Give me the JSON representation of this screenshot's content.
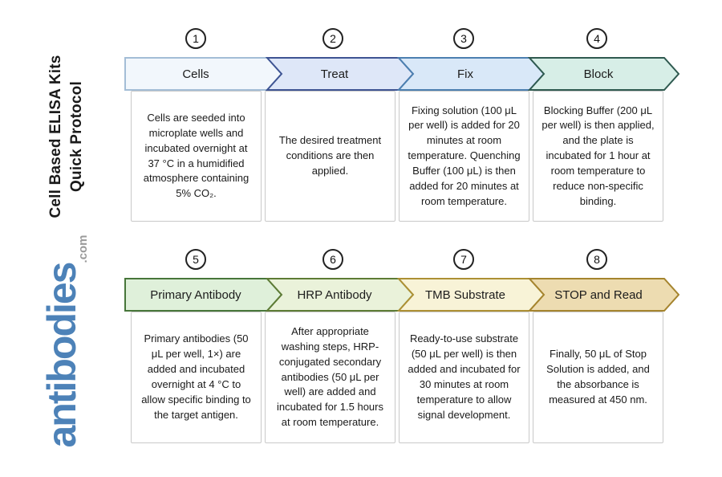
{
  "sidebar": {
    "title_line1": "Cell Based ELISA Kits",
    "title_line2": "Quick Protocol",
    "logo_text": "antibodies",
    "logo_suffix": ".com"
  },
  "colors": {
    "logo_blue": "#4d82b8",
    "logo_gray": "#9a9a9a",
    "title_black": "#1a1a1a",
    "box_border": "#c9c9c9",
    "circle_border": "#222222"
  },
  "steps": [
    {
      "number": "1",
      "label": "Cells",
      "description": "Cells are seeded into microplate wells and incubated overnight at 37 °C in a humidified atmosphere containing 5% CO₂.",
      "fill": "#f2f7fc",
      "border": "#a3bdd6"
    },
    {
      "number": "2",
      "label": "Treat",
      "description": "The desired treatment conditions are then applied.",
      "fill": "#dee7f8",
      "border": "#3e5493"
    },
    {
      "number": "3",
      "label": "Fix",
      "description": "Fixing solution (100 μL per well) is added for 20 minutes at room temperature. Quenching Buffer (100 μL) is then added for 20 minutes at room temperature.",
      "fill": "#d9e8f8",
      "border": "#4c7fb0"
    },
    {
      "number": "4",
      "label": "Block",
      "description": "Blocking Buffer (200 μL per well) is then applied, and the plate is incubated for 1 hour at room temperature to reduce non-specific binding.",
      "fill": "#d7eee7",
      "border": "#2f5a50"
    },
    {
      "number": "5",
      "label": "Primary Antibody",
      "description": "Primary antibodies (50 μL per well, 1×) are added and incubated overnight at 4 °C to allow specific binding to the target antigen.",
      "fill": "#dff0da",
      "border": "#47763a"
    },
    {
      "number": "6",
      "label": "HRP Antibody",
      "description": "After appropriate washing steps, HRP-conjugated secondary antibodies (50 μL per well) are added and incubated for 1.5 hours at room temperature.",
      "fill": "#eaf2da",
      "border": "#5d7b35"
    },
    {
      "number": "7",
      "label": "TMB Substrate",
      "description": "Ready-to-use substrate (50 μL per well) is then added and incubated for 30 minutes at room temperature to allow signal development.",
      "fill": "#f8f3d7",
      "border": "#ad9034"
    },
    {
      "number": "8",
      "label": "STOP and Read",
      "description": "Finally, 50 μL of Stop Solution is added, and the absorbance is measured at 450 nm.",
      "fill": "#eddcb1",
      "border": "#a5842e"
    }
  ]
}
